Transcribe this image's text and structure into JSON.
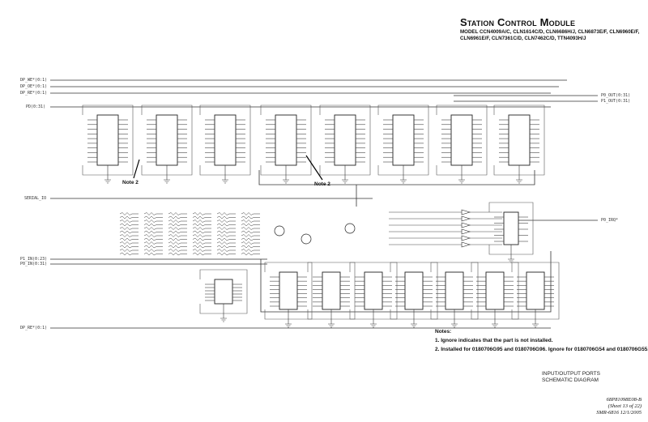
{
  "header": {
    "title": "Station Control Module",
    "models_line1": "MODEL CCN4009A/C, CLN1614C/D, CLN6686H/J, CLN6873E/F, CLN6960E/F,",
    "models_line2": "CLN6961E/F, CLN7361C/D, CLN7462C/D, TTN4093H/J"
  },
  "signals": {
    "dp_we": "DP_WE*(0:1)",
    "dp_oe": "DP_OE*(0:1)",
    "dp_re": "DP_RE*(0:1)",
    "pd": "PD(0:31)",
    "p0_out": "P0_OUT(0:31)",
    "p1_out": "P1_OUT(0:31)",
    "serial_io": "SERIAL_IO",
    "p1_in": "P1_IN(0:23)",
    "p0_in": "P0_IN(0:31)",
    "p0_irq": "P0_IRQ*",
    "dp_re_bottom": "DP_RE*(0:1)"
  },
  "callouts": {
    "note2_a": "Note 2",
    "note2_b": "Note 2"
  },
  "notes": {
    "heading": "Notes:",
    "items": [
      "1. Ignore indicates that the part is not installed.",
      "2. Installed for 0180706G95 and 0180706G96. Ignore for 0180706G54 and 0180706G55."
    ]
  },
  "caption": {
    "line1": "INPUT/OUTPUT PORTS",
    "line2": "SCHEMATIC DIAGRAM"
  },
  "doc_ref": {
    "number": "68P81098E08-B",
    "sheet": "(Sheet 13 of 22)",
    "smr": "SMR-6816   12/1/2005"
  }
}
